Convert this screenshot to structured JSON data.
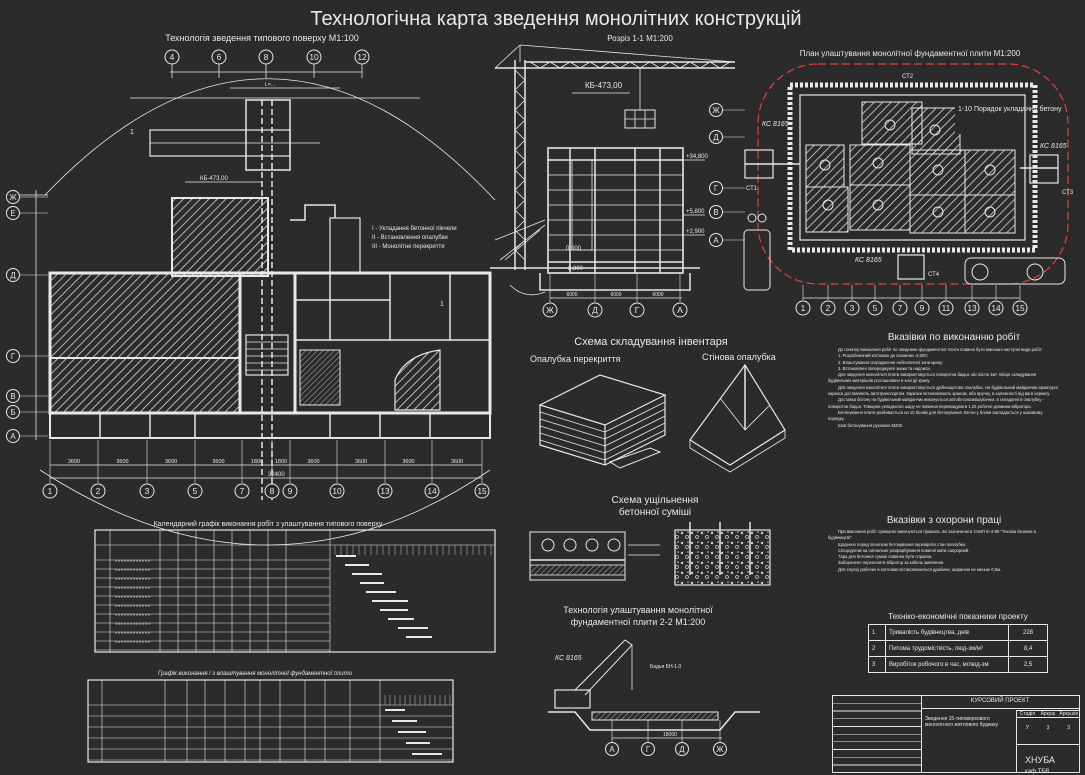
{
  "title": "Технологічна карта зведення монолітних конструкцій",
  "floor_plan": {
    "title": "Технологія зведення типового поверху  М1:100",
    "crane_label": "КБ-473,00",
    "legend": [
      "I - Укладання бетонної пікчели",
      "II - Встановлення опалубки",
      "III - Монолітне перекриття"
    ],
    "axes_bottom": [
      "1",
      "2",
      "3",
      "5",
      "7",
      "8",
      "9",
      "10",
      "13",
      "14",
      "15"
    ],
    "axes_left": [
      "Ж",
      "Е",
      "Д",
      "Г",
      "В",
      "Б",
      "А"
    ],
    "axes_top": [
      "4",
      "6",
      "8",
      "10",
      "12"
    ],
    "dims_bottom": [
      "3600",
      "3600",
      "3600",
      "3600",
      "1800",
      "1800",
      "3600",
      "3600",
      "3600",
      "3600"
    ],
    "overall_dim": "32400"
  },
  "section": {
    "title": "Розріз 1-1  М1:200",
    "crane_label": "КБ-473,00",
    "levels": [
      "+34,800",
      "+5,800",
      "+2,900",
      "0,000",
      "-2,800"
    ],
    "axes": [
      "Ж",
      "Д",
      "Г",
      "А"
    ],
    "dims": [
      "6000",
      "6000",
      "6000"
    ]
  },
  "foundation_plan": {
    "title": "План улаштування монолітної фундаментної плити  М1:200",
    "order_note": "1-10 Порядок укладання бетону",
    "crane_labels": [
      "КС 8165",
      "КС 8165",
      "КС 8165"
    ],
    "stations": [
      "СТ1",
      "СТ2",
      "СТ3",
      "СТ4"
    ],
    "axes_bottom": [
      "1",
      "2",
      "3",
      "5",
      "7",
      "9",
      "11",
      "13",
      "14",
      "15"
    ],
    "axes_left": [
      "Ж",
      "Д",
      "Г",
      "В",
      "А"
    ]
  },
  "inventory": {
    "title": "Схема складування інвентаря",
    "slab_formwork": "Опалубка перекриття",
    "wall_formwork": "Стінова опалубка"
  },
  "compaction": {
    "title_line1": "Схема ущільнення",
    "title_line2": "бетонної суміші"
  },
  "foundation_tech": {
    "title_line1": "Технологія улаштування монолітної",
    "title_line2": "фундаментної плити 2-2  М1:200",
    "crane_label": "КС 8165",
    "axes": [
      "А",
      "Г",
      "Д",
      "Ж"
    ],
    "dim": "18000"
  },
  "work_notes": {
    "title": "Вказівки по виконанню робіт",
    "paragraphs": [
      "До початку виконання робіт по зведенню фундаментної плити повинні бути виконані наступні види робіт:",
      "1. Розробленний котлован до позначки -2,000;",
      "2. Влаштування огородження небезпечної зони крану;",
      "3. Встановлені попереджуючі знаки та надписи.",
      "Для зведення монолітної плити використовується поворотна бадья, місткістю 1м³. Місце складування будівельних матеріалів розташовано в зоні дії крану.",
      "Для зведення монолітної плити використовується дрібнощитова опалубка. На будівельний майданчик арматурні каркаси доставляють автотранспортом. Каркаси встановлюють краном, або вручну, в залежності від ваги каркасу.",
      "Доставка бетону на будівельний майданчик виконується автобетонозмішувачем, в складанні в опалубку - поворотна бадья. Товщина укладеного шару не повинна перевищувати 1,25 робочої довжини вібратора.",
      "Бетонування плити розбивається на 10 блоків для бетонування. Бетон у блоки закладається у шаховому порядку.",
      "Шов бетонування рухомою М200."
    ]
  },
  "safety_notes": {
    "title": "Вказівки з охорони праці",
    "paragraphs": [
      "При виконанні робіт суміщено виконуються правила, які зазначенні в СНиП III-4-80 \"Техніка безпеки в будівництві\".",
      "Щоденно перед початком бетонування перевіряти стан опалубки.",
      "Спецодягом на сигнальне розфарбування повинні мати сапрорний.",
      "Тара для бетонної суміші повинна бути справна.",
      "Заборонено переносити вібратор за кабель живлення.",
      "Для спуску робочих в котлован встановлюються драбини, шириною не менше 0,6м."
    ]
  },
  "tep": {
    "title": "Техніко-економічні показники проекту",
    "rows": [
      {
        "n": "1",
        "name": "Тривалість будівництва, днів",
        "value": "228"
      },
      {
        "n": "2",
        "name": "Питома трудомісткість, люд-зм/м³",
        "value": "8,4"
      },
      {
        "n": "3",
        "name": "Виробіток робочого в час, м/люд-зм",
        "value": "2,5"
      }
    ]
  },
  "calendar": {
    "title": "Календарний графік виконання робіт з улаштування типового поверху",
    "schedule_title": "Графік виконання і з влаштування монолітної фундаментної плити"
  },
  "stamp": {
    "project_type": "КУРСОВИЙ ПРОЕКТ",
    "description": "Зведення 15-типоверхового монолітного житлового будинку",
    "stage_head": "Стадія",
    "sheet_head": "Аркуш",
    "sheets_head": "Аркушів",
    "stage": "У",
    "sheet": "3",
    "sheets": "3",
    "org": "ХНУБА",
    "group": "каф.ТБВ"
  }
}
